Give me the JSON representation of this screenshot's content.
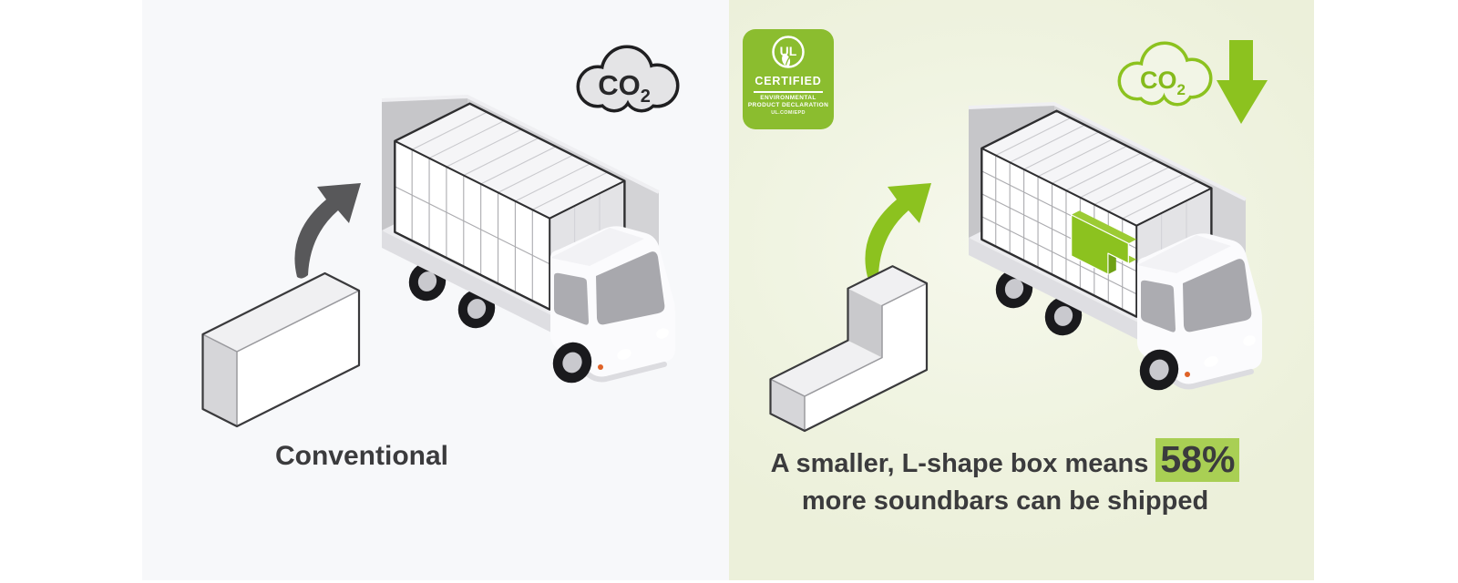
{
  "panels": {
    "left": {
      "co2_icon": {
        "label": "CO",
        "subscript": "2"
      },
      "caption": "Conventional"
    },
    "right": {
      "badge": {
        "logo": "UL",
        "certified": "CERTIFIED",
        "line1": "ENVIRONMENTAL",
        "line2": "PRODUCT DECLARATION",
        "line3": "UL.COM/EPD"
      },
      "co2_icon": {
        "label": "CO",
        "subscript": "2"
      },
      "caption": {
        "lead": "A smaller, L-shape box means",
        "highlight": "58%",
        "line2": "more soundbars can be shipped"
      }
    }
  },
  "colors": {
    "accent_green": "#8CC21F",
    "badge_green": "#8BBD2F",
    "highlight_green": "#A9CF54",
    "text_dark": "#3B3B3D",
    "cloud_outline_dark": "#1F1F21",
    "left_panel_bg": "#F7F8FA",
    "right_panel_bg": "#EFF3E0"
  }
}
